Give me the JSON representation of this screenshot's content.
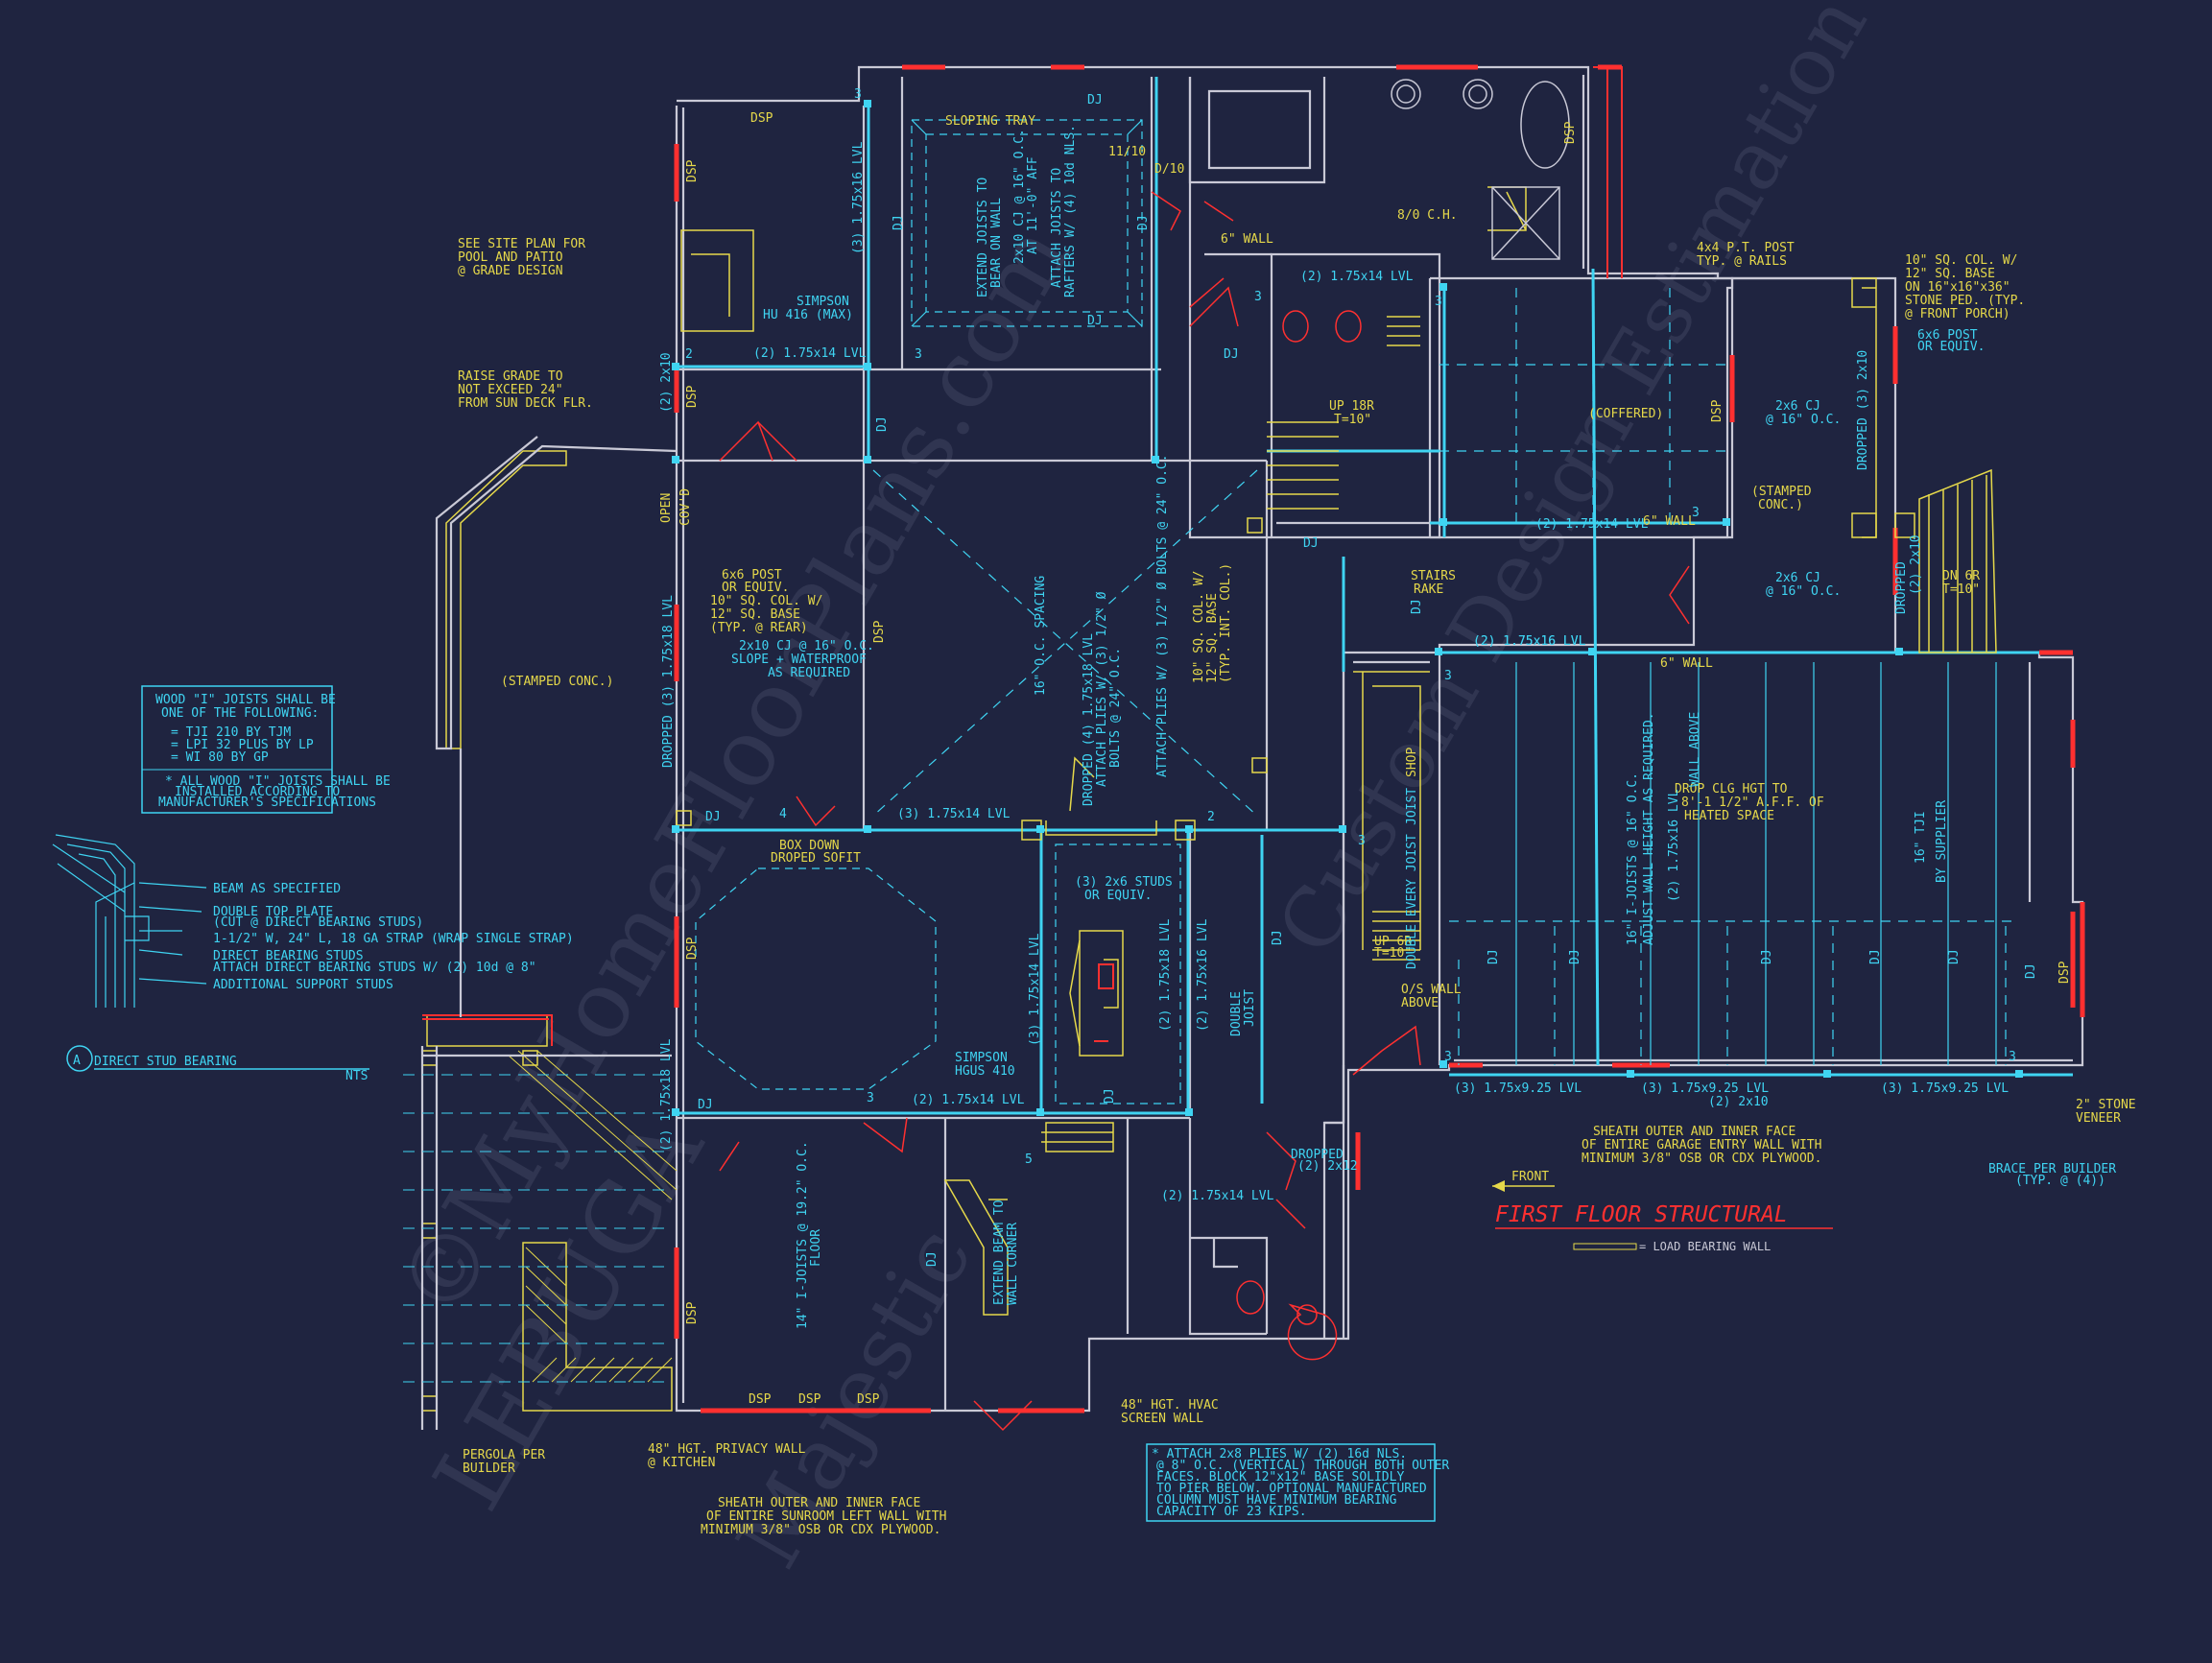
{
  "sheet": {
    "title": "FIRST FLOOR STRUCTURAL",
    "legend": "= LOAD BEARING WALL",
    "front": "FRONT"
  },
  "colors": {
    "background": "#1f2440",
    "walls": "#c9c9d6",
    "cyan": "#3fd4f2",
    "yellow": "#e5d84a",
    "red": "#ff3030"
  },
  "watermarks": [
    "©MyHomeFloorPlans.com",
    "Custom Design Estimation",
    "Majestic",
    "LEBUGA"
  ],
  "detail": {
    "title": "DIRECT STUD BEARING",
    "marker": "A",
    "scale": "NTS",
    "labels": [
      "BEAM AS SPECIFIED",
      "DOUBLE TOP PLATE",
      "(CUT @ DIRECT BEARING STUDS)",
      "1-1/2\" W, 24\" L, 18 GA STRAP (WRAP SINGLE STRAP)",
      "DIRECT BEARING STUDS",
      "ATTACH DIRECT BEARING STUDS W/ (2) 10d @ 8\"",
      "ADDITIONAL SUPPORT STUDS"
    ]
  },
  "joist_note": {
    "lines": [
      "WOOD \"I\" JOISTS SHALL BE",
      "ONE OF THE FOLLOWING:",
      "= TJI 210 BY TJM",
      "= LPI 32 PLUS BY LP",
      "= WI 80 BY GP"
    ],
    "footer": [
      "* ALL WOOD \"I\" JOISTS SHALL BE",
      "INSTALLED ACCORDING TO",
      "MANUFACTURER'S SPECIFICATIONS"
    ]
  },
  "notes": {
    "site_plan": [
      "SEE SITE PLAN FOR",
      "POOL AND PATIO",
      "@ GRADE DESIGN"
    ],
    "raise_grade": [
      "RAISE GRADE TO",
      "NOT EXCEED 24\"",
      "FROM SUN DECK FLR."
    ],
    "stamped_left": "(STAMPED CONC.)",
    "stamped_right": [
      "(STAMPED",
      "CONC.)"
    ],
    "coffered": "(COFFERED)",
    "ch": "8/0 C.H.",
    "post_rails": [
      "4x4 P.T. POST",
      "TYP. @ RAILS"
    ],
    "col_porch": [
      "10\" SQ. COL. W/",
      "12\" SQ. BASE",
      "ON 16\"x16\"x36\"",
      "STONE PED. (TYP.",
      "@ FRONT PORCH)",
      "6x6 POST",
      "OR EQUIV."
    ],
    "col_rear": [
      "6x6 POST",
      "OR EQUIV.",
      "10\" SQ. COL. W/",
      "12\" SQ. BASE",
      "(TYP. @ REAR)"
    ],
    "col_int": [
      "10\" SQ. COL. W/",
      "12\" SQ. BASE",
      "(TYP. INT. COL.)"
    ],
    "cj_slope": [
      "2x10 CJ @ 16\" O.C.",
      "SLOPE + WATERPROOF",
      "AS REQUIRED"
    ],
    "drop_clg": [
      "DROP CLG HGT TO",
      "8'-1 1/2\" A.F.F. OF",
      "HEATED SPACE"
    ],
    "box_down": [
      "BOX DOWN",
      "DROPED SOFIT"
    ],
    "studs": [
      "(3) 2x6 STUDS",
      "OR EQUIV."
    ],
    "stairs_up": [
      "UP 18R",
      "T=10\""
    ],
    "stairs_dn": [
      "DN 6R",
      "T=10\""
    ],
    "stairs_rake": [
      "STAIRS",
      "RAKE"
    ],
    "up_garage": [
      "UP 6R",
      "T=10\""
    ],
    "wall_above": [
      "O/S WALL",
      "ABOVE"
    ],
    "sloping_tray": "SLOPING TRAY",
    "simpson_416": [
      "SIMPSON",
      "HU 416 (MAX)"
    ],
    "simpson_410": [
      "SIMPSON",
      "HGUS 410"
    ],
    "privacy": [
      "48\" HGT. PRIVACY WALL",
      "@ KITCHEN"
    ],
    "hvac": [
      "48\" HGT. HVAC",
      "SCREEN WALL"
    ],
    "pergola": [
      "PERGOLA PER",
      "BUILDER"
    ],
    "sheath_sun": [
      "SHEATH OUTER AND INNER FACE",
      "OF ENTIRE SUNROOM LEFT WALL WITH",
      "MINIMUM 3/8\" OSB OR CDX PLYWOOD."
    ],
    "sheath_garage": [
      "SHEATH OUTER AND INNER FACE",
      "OF ENTIRE GARAGE ENTRY WALL WITH",
      "MINIMUM 3/8\" OSB OR CDX PLYWOOD."
    ],
    "stone": [
      "2\" STONE",
      "VENEER"
    ],
    "brace": [
      "BRACE PER BUILDER",
      "(TYP. @ (4))"
    ],
    "attach_box": [
      "* ATTACH 2x8 PLIES W/ (2) 16d NLS.",
      "@ 8\" O.C. (VERTICAL) THROUGH BOTH OUTER",
      "FACES. BLOCK 12\"x12\" BASE SOLIDLY",
      "TO PIER BELOW. OPTIONAL MANUFACTURED",
      "COLUMN MUST HAVE MINIMUM BEARING",
      "CAPACITY OF 23 KIPS."
    ],
    "extend_joists": [
      "EXTEND JOISTS TO",
      "BEAR ON WALL"
    ],
    "cj_ref": [
      "2x10 CJ @ 16\" O.C.",
      "AT 11'-0\" AFF"
    ],
    "attach_joists": [
      "ATTACH JOISTS TO",
      "RAFTERS W/ (4) 10d NLS."
    ],
    "dropped_lvl_cent": [
      "DROPPED (4) 1.75x18 LVL",
      "ATTACH PLIES W/ (3) 1/2\" Ø",
      "BOLTS @ 24\" O.C."
    ],
    "attach_bolts": "ATTACH PLIES W/ (3) 1/2\" Ø BOLTS @ 24\" O.C.",
    "spacing": "16\" O.C. SPACING",
    "extend_beam": [
      "EXTEND BEAM TO",
      "WALL CORNER"
    ],
    "tji_garage": [
      "16\" TJI",
      "BY SUPPLIER"
    ],
    "i_joists_garage": "16\" I-JOISTS @ 16\" O.C.",
    "adjust": "ADJUST WALL HEIGHT AS REQUIRED.",
    "wall_above_v": "WALL ABOVE",
    "i_joists_sun": [
      "14\" I-JOISTS @ 19.2\" O.C.",
      "FLOOR"
    ],
    "double_joist": [
      "DOUBLE",
      "JOIST"
    ],
    "double_every": "DOUBLE EVERY JOIST",
    "dropped_2x12": [
      "DROPPED",
      "(2) 2x12"
    ],
    "open": "OPEN",
    "covd": "COV'D",
    "shop": "SHOP",
    "joist": "JOIST",
    "wall_6": "6\" WALL",
    "cj_2x6": [
      "2x6 CJ",
      "@ 16\" O.C."
    ],
    "cj_2x6b": [
      "2x6 CJ",
      "@ 16\" O.C."
    ]
  },
  "beams": {
    "b1": "(2) 1.75x14 LVL",
    "b2": "(3) 1.75x14 LVL",
    "b3": "(2) 1.75x16 LVL",
    "b4": "(3) 1.75x9.25 LVL",
    "b5": "(2) 2x10",
    "b6": "(3) 1.75x16 LVL",
    "b7": "(2) 1.75x18 LVL",
    "b8": "DROPPED (3) 1.75x18 LVL",
    "b9": "(2) 1.75x14 LVL",
    "b10": "(2) 1.75x16 LVL",
    "b11": "(3) 1.75x14 LVL",
    "b12": "(2) 1.75x18 LVL",
    "b13": "(2) 2x10",
    "b14": "DROPPED (3) 2x10",
    "b15": "(2) 1.75x14 LVL",
    "b16": "DROPPED",
    "b17": "(2) 2x10"
  },
  "tags": {
    "dsp": "DSP",
    "dj": "DJ",
    "d10": "D/10",
    "n2": "2",
    "n3": "3",
    "n4": "4",
    "n5": "5",
    "d11": "11/10"
  }
}
